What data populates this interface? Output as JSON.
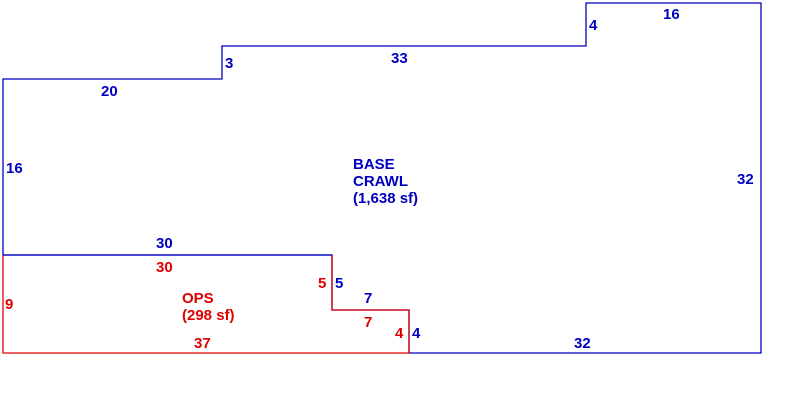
{
  "colors": {
    "base": "#0000c0",
    "ops": "#e00000",
    "background": "#ffffff"
  },
  "base_area": {
    "name_line1": "BASE",
    "name_line2": "CRAWL",
    "area": "(1,638 sf)",
    "dimensions": {
      "left": "16",
      "top_left": "20",
      "step_left": "3",
      "top_middle": "33",
      "step_right": "4",
      "top_right": "16",
      "right": "32",
      "bottom": "32",
      "notch_right": "4",
      "notch_bottom": "7",
      "notch_left": "5",
      "shared_top": "30"
    }
  },
  "ops_area": {
    "name": "OPS",
    "area": "(298 sf)",
    "dimensions": {
      "left": "9",
      "top": "30",
      "notch_left": "5",
      "notch_bottom": "7",
      "notch_right": "4",
      "bottom": "37"
    }
  }
}
